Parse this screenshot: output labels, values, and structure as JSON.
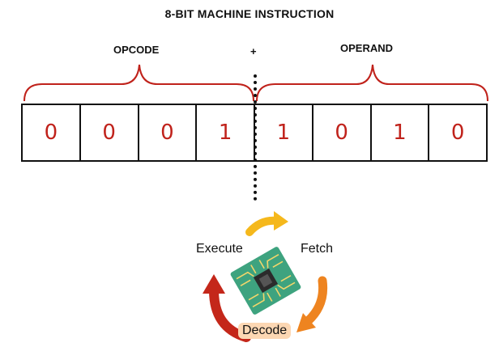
{
  "title": "8-BIT MACHINE INSTRUCTION",
  "opcode_label": "OPCODE",
  "operand_label": "OPERAND",
  "plus": "+",
  "bits": [
    "0",
    "0",
    "0",
    "1",
    "1",
    "0",
    "1",
    "0"
  ],
  "cycle": {
    "execute": "Execute",
    "fetch": "Fetch",
    "decode": "Decode"
  },
  "colors": {
    "brace": "#c0221b",
    "bit_text": "#c0221b",
    "arrow_fetch": "#f5b81c",
    "arrow_decode": "#ee8420",
    "arrow_execute": "#c4271a",
    "chip_board": "#3ea37f",
    "decode_highlight": "#fcd7b3"
  },
  "icons": [
    "cpu-chip-icon",
    "fetch-arrow-icon",
    "decode-arrow-icon",
    "execute-arrow-icon"
  ]
}
